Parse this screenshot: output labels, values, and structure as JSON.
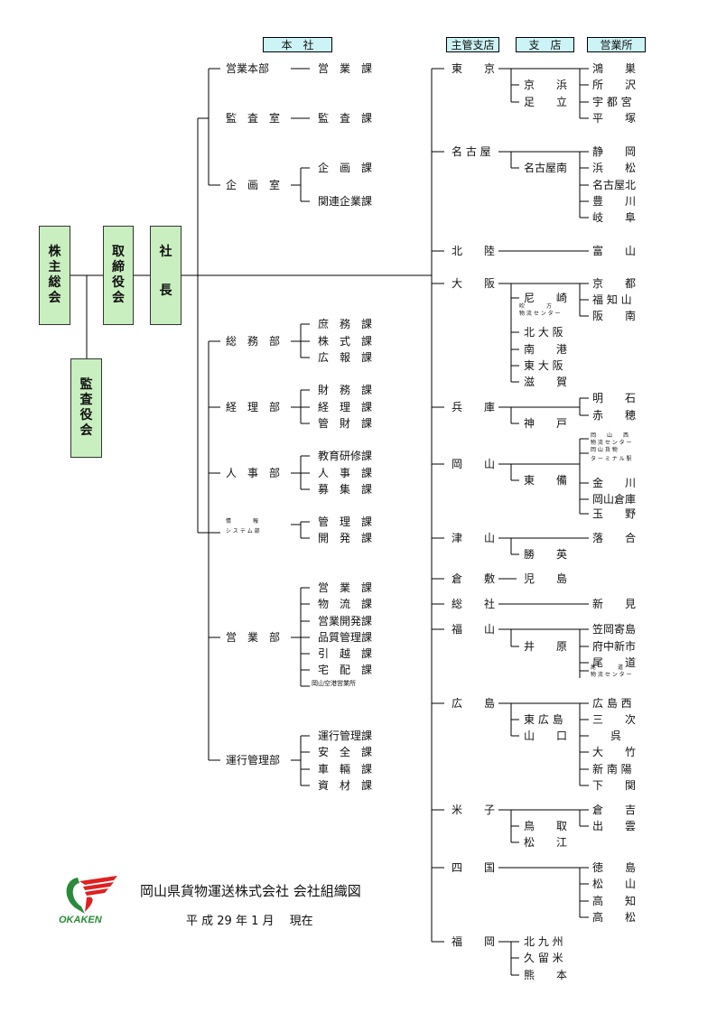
{
  "headers": {
    "honsha": "本　社",
    "shukan": "主管支店",
    "shiten": "支　店",
    "eigyosho": "営業所"
  },
  "top_boxes": {
    "shareholders": [
      "株",
      "主",
      "総",
      "会"
    ],
    "board": [
      "取",
      "締",
      "役",
      "会"
    ],
    "president": [
      "社",
      "長"
    ],
    "auditors": [
      "監",
      "査",
      "役",
      "会"
    ]
  },
  "divisions": [
    {
      "name": "営業本部",
      "sections": [
        "営　業　課"
      ]
    },
    {
      "name": "監　査　室",
      "sections": [
        "監　査　課"
      ]
    },
    {
      "name": "企　画　室",
      "sections": [
        "企　画　課",
        "関連企業課"
      ]
    },
    {
      "name": "総　務　部",
      "sections": [
        "庶　務　課",
        "株　式　課",
        "広　報　課"
      ]
    },
    {
      "name": "経　理　部",
      "sections": [
        "財　務　課",
        "経　理　課",
        "管　財　課"
      ]
    },
    {
      "name": "人　事　部",
      "sections": [
        "教育研修課",
        "人　事　課",
        "募　集　課"
      ]
    },
    {
      "name": "情　　　　報",
      "name2": "シ ス テ ム 部",
      "sections": [
        "管　理　課",
        "開　発　課"
      ]
    },
    {
      "name": "営　業　部",
      "sections": [
        "営　業　課",
        "物　流　課",
        "営業開発課",
        "品質管理課",
        "引　越　課",
        "宅　配　課",
        "岡山空港営業所"
      ]
    },
    {
      "name": "運行管理部",
      "sections": [
        "運行管理課",
        "安　全　課",
        "車　輛　課",
        "資　材　課"
      ]
    }
  ],
  "branches": [
    {
      "name": "東　　京",
      "shiten": [
        "京　　浜",
        "足　　立"
      ],
      "eigyo": [
        "鴻　　巣",
        "所　　沢",
        "宇 都 宮",
        "平　　塚"
      ]
    },
    {
      "name": "名 古 屋",
      "shiten": [
        "名古屋南"
      ],
      "eigyo": [
        "静　　岡",
        "浜　　松",
        "名古屋北",
        "豊　　川",
        "岐　　阜"
      ]
    },
    {
      "name": "北　　陸",
      "shiten": [],
      "eigyo": [
        "富　　山"
      ]
    },
    {
      "name": "大　　阪",
      "shiten": [
        "尼　　崎",
        "北 大 阪",
        "南　　港",
        "東 大 阪",
        "滋　　賀"
      ],
      "shiten_note": [
        "吹　　　　方",
        "物 流 セ ン タ ー"
      ],
      "eigyo": [
        "京　　都",
        "福 知 山",
        "阪　　南"
      ]
    },
    {
      "name": "兵　　庫",
      "shiten": [
        "神　　戸"
      ],
      "eigyo": [
        "明　　石",
        "赤　　穂"
      ]
    },
    {
      "name": "岡　　山",
      "shiten": [
        "東　　備"
      ],
      "eigyo_note": [
        "岡　　山　　西",
        "物 流 セ ン タ ー",
        "岡 山 貨 物",
        "タ ー ミ ナ ル 駅"
      ],
      "eigyo": [
        "金　　川",
        "岡山倉庫",
        "玉　　野"
      ]
    },
    {
      "name": "津　　山",
      "shiten": [
        "勝　　英"
      ],
      "eigyo": [
        "落　　合"
      ]
    },
    {
      "name": "倉　　敷",
      "shiten": [],
      "eigyo": [
        "児　　島"
      ]
    },
    {
      "name": "総　　社",
      "shiten": [],
      "eigyo": [
        "新　　見"
      ]
    },
    {
      "name": "福　　山",
      "shiten": [
        "井　　原"
      ],
      "eigyo": [
        "笠岡寄島",
        "府中新市",
        "尾　　道"
      ],
      "eigyo_note": [
        "尾　　　　道",
        "物 流 セ ン タ ー"
      ]
    },
    {
      "name": "広　　島",
      "shiten": [
        "東 広 島",
        "山　　口"
      ],
      "eigyo": [
        "広 島 西",
        "三　　次",
        "呉",
        "大　　竹",
        "新 南 陽",
        "下　　関"
      ]
    },
    {
      "name": "米　　子",
      "shiten": [
        "鳥　　取",
        "松　　江"
      ],
      "eigyo": [
        "倉　　吉",
        "出　　雲"
      ]
    },
    {
      "name": "四　　国",
      "shiten": [],
      "eigyo": [
        "徳　　島",
        "松　　山",
        "高　　知",
        "高　　松"
      ]
    },
    {
      "name": "福　　岡",
      "shiten": [],
      "eigyo": [
        "北 九 州",
        "久 留 米",
        "熊　　本"
      ]
    }
  ],
  "footer": {
    "logo_text": "OKAKEN",
    "title": "岡山県貨物運送株式会社 会社組織図",
    "date": "平 成 29 年 1 月　 現在"
  },
  "colors": {
    "box_green": "#c9efc0",
    "header_cyan": "#ccf3f6",
    "logo_red": "#e02020",
    "logo_green": "#2a8a3a"
  }
}
